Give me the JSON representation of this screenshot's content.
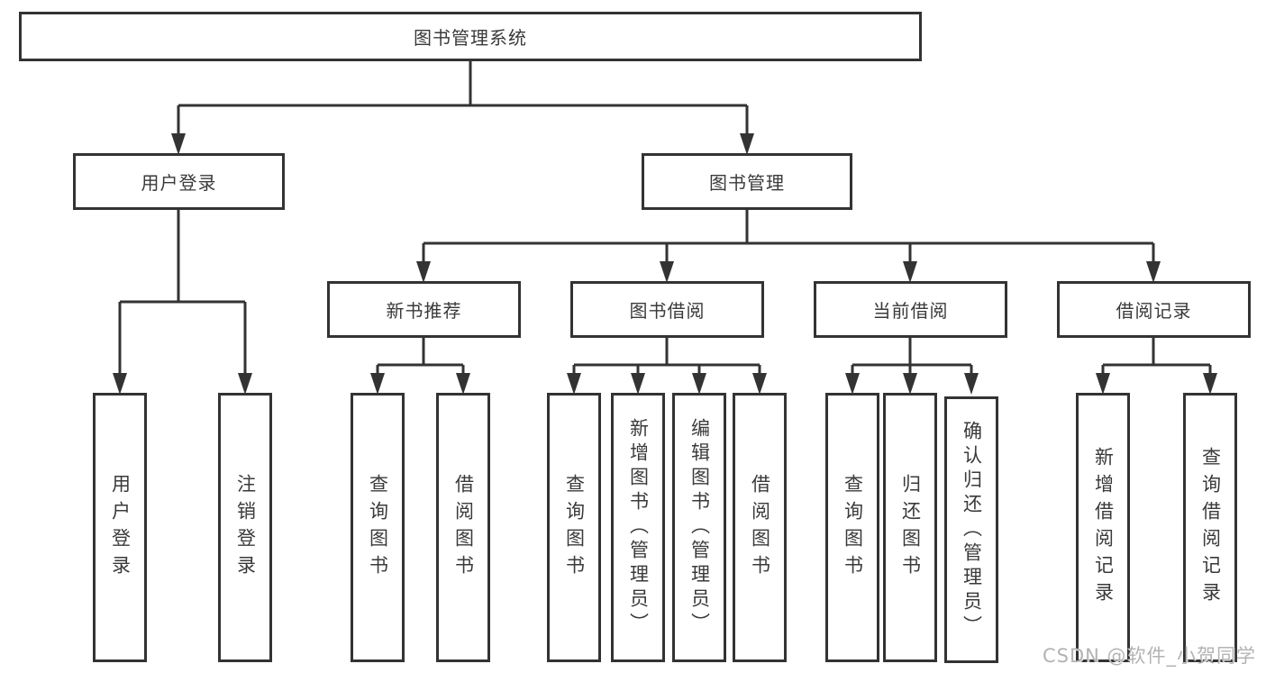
{
  "nodes": {
    "root": "图书管理系统",
    "user_login_branch": "用户登录",
    "book_management_branch": "图书管理",
    "new_book_recommend": "新书推荐",
    "book_borrowing": "图书借阅",
    "current_borrowing": "当前借阅",
    "borrowing_records": "借阅记录",
    "user_login_leaf": "用户登录",
    "logout_leaf": "注销登录",
    "recommend_query_books": "查询图书",
    "recommend_borrow_books": "借阅图书",
    "borrowing_query_books": "查询图书",
    "borrowing_add_books": "新增图书（管理员）",
    "borrowing_edit_books": "编辑图书（管理员）",
    "borrowing_borrow_books": "借阅图书",
    "current_query_books": "查询图书",
    "current_return_books": "归还图书",
    "current_confirm_return": "确认归还（管理员）",
    "records_add_record": "新增借阅记录",
    "records_query_record": "查询借阅记录"
  },
  "watermark": "CSDN @软件_小贺同学",
  "colors": {
    "line": "#333333",
    "text": "#3a3a3a",
    "watermark": "#b3b3b3",
    "background": "#ffffff"
  }
}
